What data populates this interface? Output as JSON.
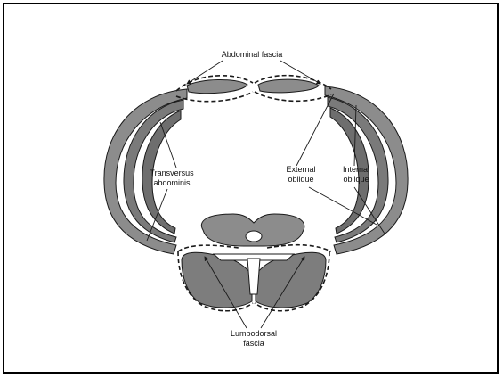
{
  "labels": {
    "abdominal_fascia": "Abdominal fascia",
    "transversus_line1": "Transversus",
    "transversus_line2": "abdominis",
    "external_line1": "External",
    "external_line2": "oblique",
    "internal_line1": "Internal",
    "internal_line2": "oblique",
    "lumbodorsal_line1": "Lumbodorsal",
    "lumbodorsal_line2": "fascia"
  },
  "colors": {
    "muscle": "#8c8c8c",
    "muscle_dark": "#6e6e6e",
    "outline": "#1a1a1a",
    "frame": "#000000",
    "background": "#ffffff"
  }
}
